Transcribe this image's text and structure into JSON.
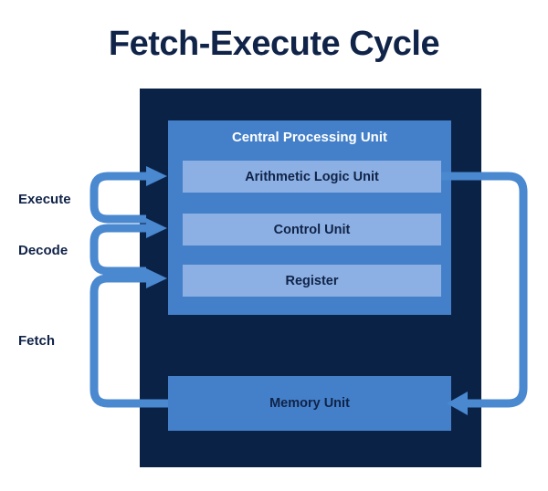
{
  "title": "Fetch-Execute Cycle",
  "colors": {
    "background": "#ffffff",
    "navy_dark": "#0b2247",
    "text_navy": "#102348",
    "blue_medium": "#4480c9",
    "blue_light": "#8cb0e3",
    "arrow_blue": "#4a88cf",
    "white": "#ffffff"
  },
  "cpu": {
    "label": "Central Processing Unit",
    "units": [
      {
        "label": "Arithmetic Logic Unit",
        "name": "arithmetic-logic-unit"
      },
      {
        "label": "Control Unit",
        "name": "control-unit"
      },
      {
        "label": "Register",
        "name": "register-unit"
      }
    ]
  },
  "memory": {
    "label": "Memory Unit"
  },
  "stages": [
    {
      "label": "Execute",
      "name": "stage-execute",
      "target": "Arithmetic Logic Unit"
    },
    {
      "label": "Decode",
      "name": "stage-decode",
      "target": "Control Unit"
    },
    {
      "label": "Fetch",
      "name": "stage-fetch",
      "target": "Register"
    }
  ],
  "flows": [
    {
      "name": "execute-arrow",
      "from": "loop",
      "to": "Arithmetic Logic Unit",
      "direction": "right"
    },
    {
      "name": "decode-arrow",
      "from": "loop",
      "to": "Control Unit",
      "direction": "right"
    },
    {
      "name": "fetch-arrow",
      "from": "loop",
      "to": "Register",
      "direction": "right"
    },
    {
      "name": "alu-to-memory-return",
      "from": "Arithmetic Logic Unit",
      "to": "Memory Unit",
      "direction": "left"
    },
    {
      "name": "memory-to-fetch-loop",
      "from": "Memory Unit",
      "to": "Register",
      "direction": "left"
    }
  ]
}
